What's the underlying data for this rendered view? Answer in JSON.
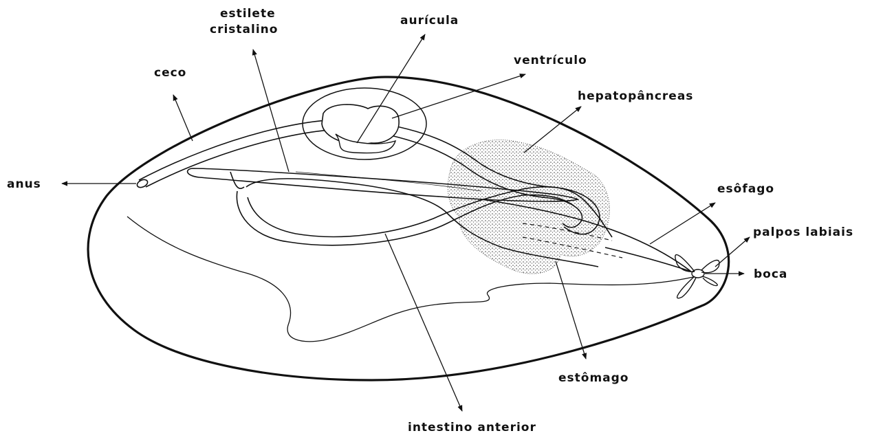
{
  "labels": {
    "estilete": "estilete",
    "cristalino": "cristalino",
    "auricula": "aurícula",
    "ventriculo": "ventrículo",
    "ceco": "ceco",
    "hepatopancreas": "hepatopâncreas",
    "anus": "anus",
    "esofago": "esôfago",
    "palpos_labiais": "palpos labiais",
    "boca": "boca",
    "estomago": "estômago",
    "intestino_anterior": "intestino anterior"
  },
  "colors": {
    "ink": "#111111",
    "background": "#ffffff",
    "gland_stipple": "#444444"
  }
}
